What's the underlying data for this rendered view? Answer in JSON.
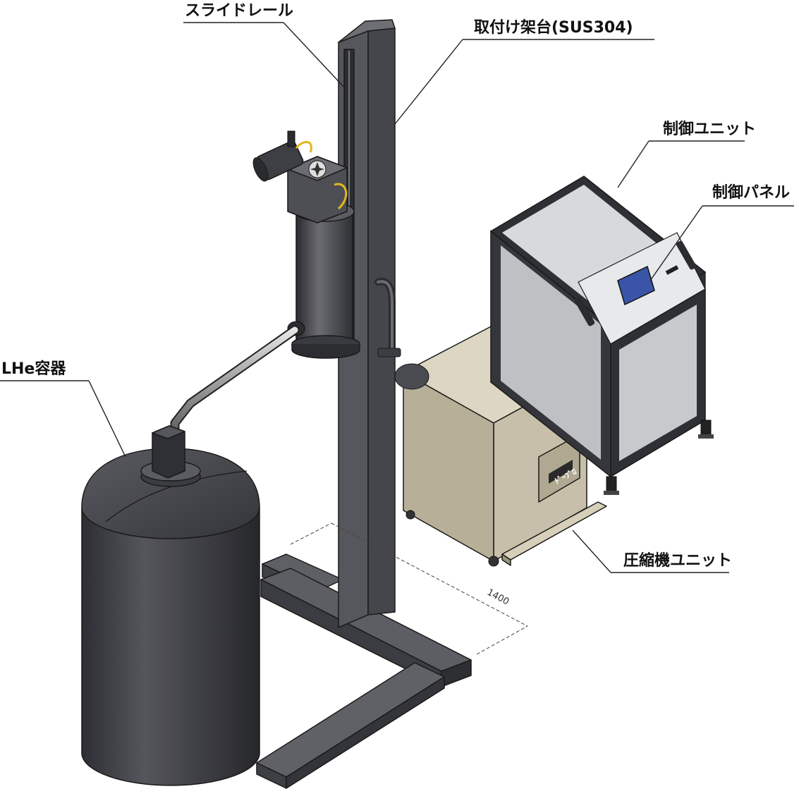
{
  "labels": {
    "slide_rail": "スライドレール",
    "mount_stand": "取付け架台(SUS304)",
    "control_unit": "制御ユニット",
    "control_panel": "制御パネル",
    "lhe_container": "LHe容器",
    "compressor_unit": "圧縮機ユニット",
    "dimension": "1400",
    "compressor_badge": "ﾄﾞｰﾌﾞﾛ"
  },
  "colors": {
    "stand_dark": "#4a4b50",
    "stand_light": "#66676c",
    "container_body": "#3c3d42",
    "compressor_beige": "#c9c1ab",
    "control_gray": "#c6c7c9",
    "control_frame": "#3a3b40",
    "screen_blue": "#3a55a8"
  }
}
